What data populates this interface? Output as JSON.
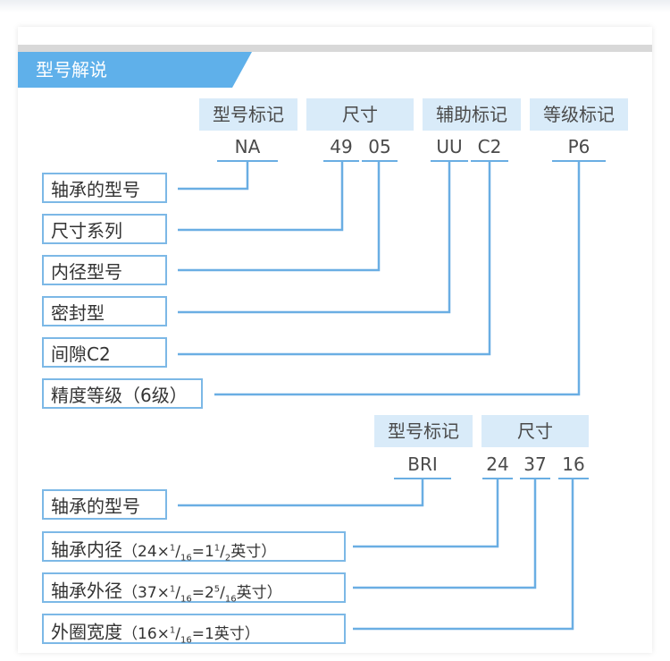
{
  "section_title": "型号解说",
  "line_color": "#6aaee3",
  "accent_color": "#5fb0ea",
  "head_bg": "#d9ebf9",
  "example1": {
    "headers": [
      "型号标记",
      "尺寸",
      "辅助标记",
      "等级标记"
    ],
    "codes": [
      "NA",
      "49",
      "05",
      "UU",
      "C2",
      "P6"
    ],
    "labels": [
      "轴承的型号",
      "尺寸系列",
      "内径型号",
      "密封型",
      "间隙C2",
      "精度等级（6级）"
    ]
  },
  "example2": {
    "headers": [
      "型号标记",
      "尺寸"
    ],
    "codes": [
      "BRI",
      "24",
      "37",
      "16"
    ],
    "labels": [
      {
        "name": "轴承的型号"
      },
      {
        "name": "轴承内径",
        "n1": "（24×",
        "sup1": "1",
        "slash": "/",
        "sub1": "16",
        "n2": "=1",
        "sup2": "1",
        "slash2": "/",
        "sub2": "2",
        "n3": "英寸）"
      },
      {
        "name": "轴承外径",
        "n1": "（37×",
        "sup1": "1",
        "slash": "/",
        "sub1": "16",
        "n2": "=2",
        "sup2": "5",
        "slash2": "/",
        "sub2": "16",
        "n3": "英寸）"
      },
      {
        "name": "外圈宽度",
        "n1": "（16×",
        "sup1": "1",
        "slash": "/",
        "sub1": "16",
        "n2": "=1英寸）"
      }
    ]
  }
}
